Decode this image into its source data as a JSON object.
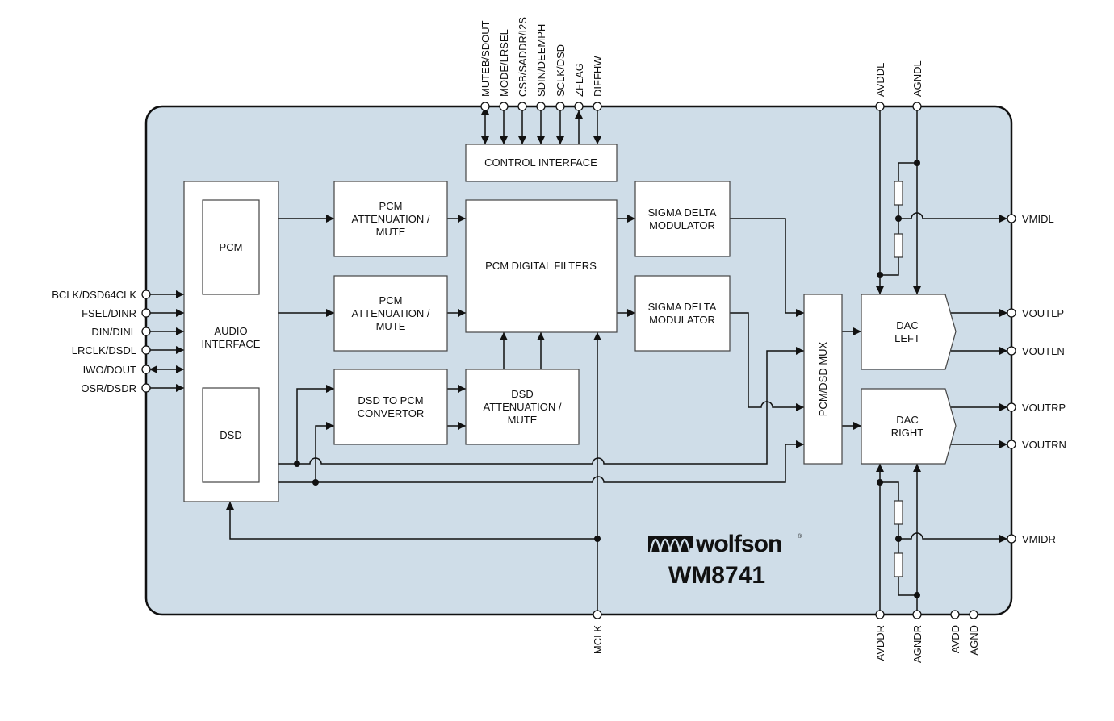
{
  "diagram": {
    "brand": "wolfson",
    "part_number": "WM8741",
    "colors": {
      "chip_fill": "#cfdde8",
      "block_fill": "#ffffff",
      "line": "#111111"
    },
    "blocks": {
      "control_interface": "CONTROL INTERFACE",
      "audio_interface": [
        "AUDIO",
        "INTERFACE"
      ],
      "pcm": "PCM",
      "dsd": "DSD",
      "pcm_atten_1": [
        "PCM",
        "ATTENUATION /",
        "MUTE"
      ],
      "pcm_atten_2": [
        "PCM",
        "ATTENUATION /",
        "MUTE"
      ],
      "pcm_digital_filters": "PCM DIGITAL FILTERS",
      "dsd_to_pcm": [
        "DSD TO PCM",
        "CONVERTOR"
      ],
      "dsd_atten": [
        "DSD",
        "ATTENUATION /",
        "MUTE"
      ],
      "sdm_1": [
        "SIGMA DELTA",
        "MODULATOR"
      ],
      "sdm_2": [
        "SIGMA DELTA",
        "MODULATOR"
      ],
      "mux": "PCM/DSD MUX",
      "dac_left": [
        "DAC",
        "LEFT"
      ],
      "dac_right": [
        "DAC",
        "RIGHT"
      ]
    },
    "pins": {
      "top": [
        "MUTEB/SDOUT",
        "MODE/LRSEL",
        "CSB/SADDR/I2S",
        "SDIN/DEEMPH",
        "SCLK/DSD",
        "ZFLAG",
        "DIFFHW",
        "AVDDL",
        "AGNDL"
      ],
      "left": [
        "BCLK/DSD64CLK",
        "FSEL/DINR",
        "DIN/DINL",
        "LRCLK/DSDL",
        "IWO/DOUT",
        "OSR/DSDR"
      ],
      "right": [
        "VMIDL",
        "VOUTLP",
        "VOUTLN",
        "VOUTRP",
        "VOUTRN",
        "VMIDR"
      ],
      "bottom": [
        "MCLK",
        "AVDDR",
        "AGNDR",
        "AVDD",
        "AGND"
      ]
    }
  }
}
